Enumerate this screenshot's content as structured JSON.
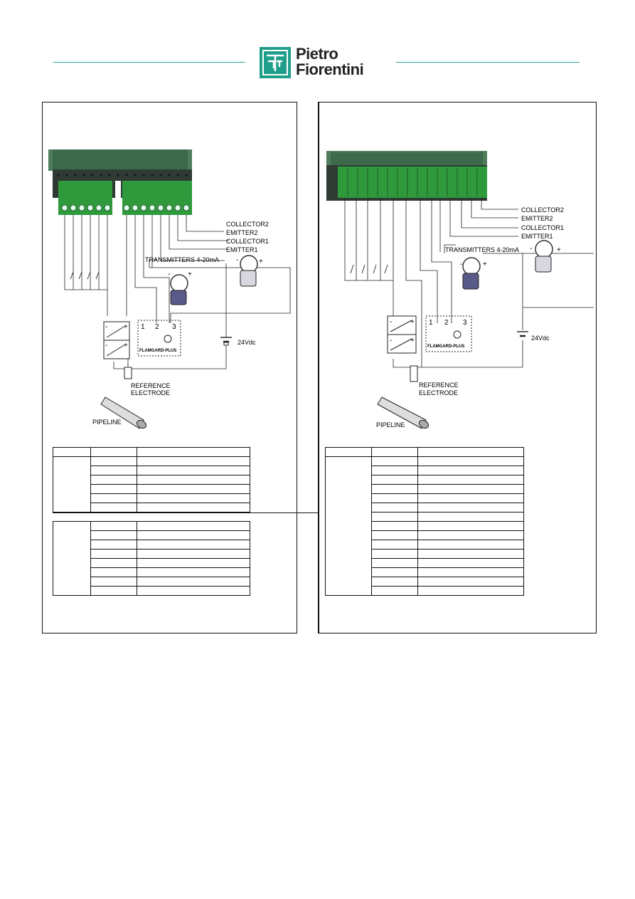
{
  "brand": {
    "line1": "Pietro",
    "line2": "Fiorentini",
    "accent": "#1f9e8a",
    "rule_color": "#2aa39a"
  },
  "left_diagram": {
    "collector2": "COLLECTOR2",
    "emitter2": "EMITTER2",
    "collector1": "COLLECTOR1",
    "emitter1": "EMITTER1",
    "transmitters": "TRANSMITTERS 4-20mA",
    "supply": "24Vdc",
    "module_label": "FLAMGARD-PLUS",
    "term1": "1",
    "term2": "2",
    "term3": "3",
    "ref1": "REFERENCE",
    "ref2": "ELECTRODE",
    "pipeline": "PIPELINE",
    "minus": "-",
    "plus": "+"
  },
  "right_diagram": {
    "collector2": "COLLECTOR2",
    "emitter2": "EMITTER2",
    "collector1": "COLLECTOR1",
    "emitter1": "EMITTER1",
    "transmitters": "TRANSMITTERS 4-20mA",
    "supply": "24Vdc",
    "module_label": "FLAMGARD-PLUS",
    "term1": "1",
    "term2": "2",
    "term3": "3",
    "ref1": "REFERENCE",
    "ref2": "ELECTRODE",
    "pipeline": "PIPELINE",
    "minus": "-",
    "plus": "+"
  },
  "colors": {
    "board": "#4a7a58",
    "board_dark": "#2f3a33",
    "terminal": "#2e9a3c",
    "transmitter": "#5a5a8a"
  }
}
